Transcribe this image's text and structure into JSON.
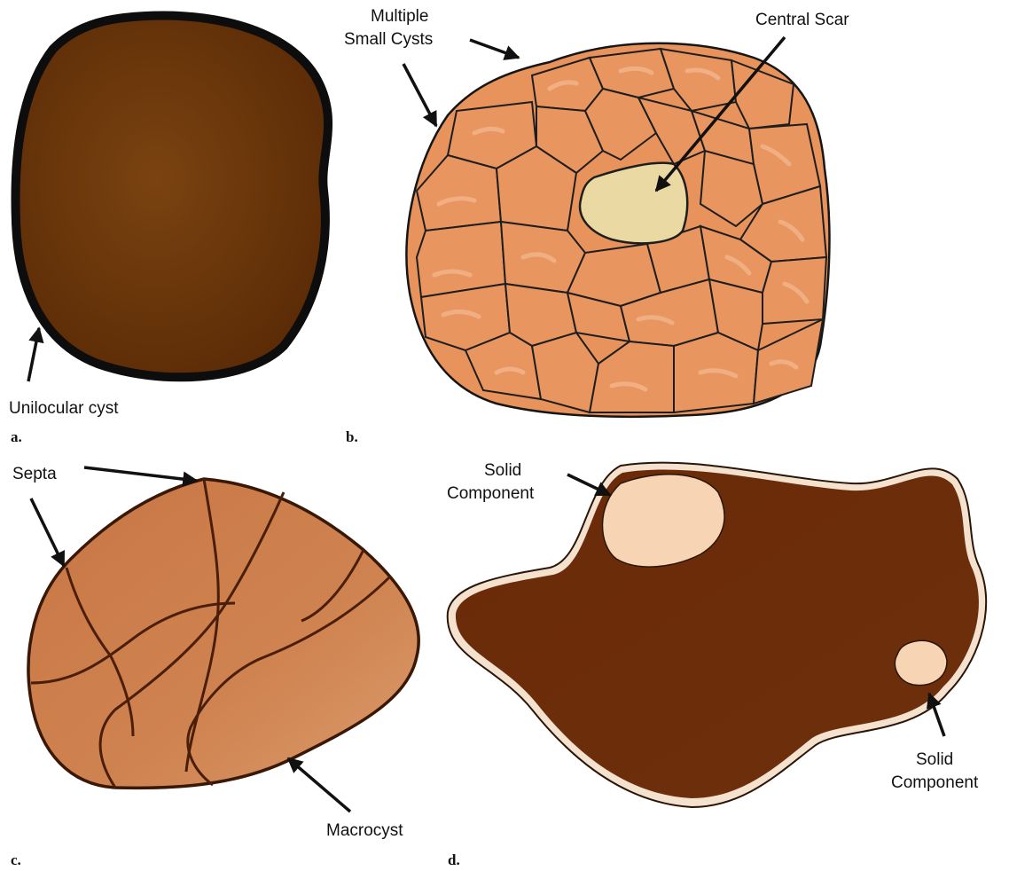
{
  "panels": {
    "a": {
      "letter": "a.",
      "labels": {
        "unilocular": "Unilocular cyst"
      }
    },
    "b": {
      "letter": "b.",
      "labels": {
        "multiple_line1": "Multiple",
        "multiple_line2": "Small Cysts",
        "central_scar": "Central Scar"
      }
    },
    "c": {
      "letter": "c.",
      "labels": {
        "septa": "Septa",
        "macrocyst": "Macrocyst"
      }
    },
    "d": {
      "letter": "d.",
      "labels": {
        "solid1_line1": "Solid",
        "solid1_line2": "Component",
        "solid2_line1": "Solid",
        "solid2_line2": "Component"
      }
    }
  },
  "colors": {
    "unilocular_fill": "#6b3508",
    "cyst_fill": "#e5915a",
    "scar_fill": "#eadca0",
    "macrocyst_fill": "#c97843",
    "lesion_fill": "#6d2c0a",
    "solid_fill": "#f6d6b8"
  }
}
